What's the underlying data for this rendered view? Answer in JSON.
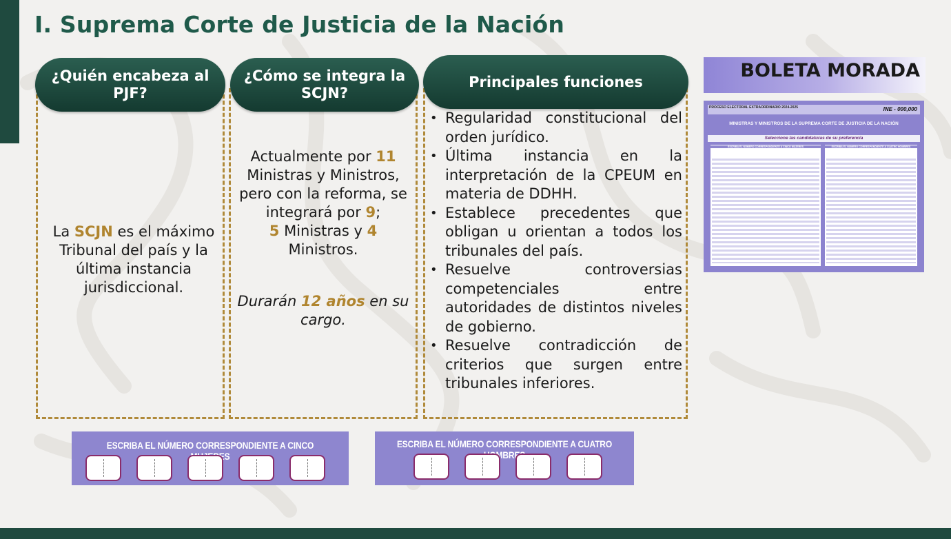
{
  "title": "I. Suprema Corte de Justicia de la Nación",
  "columns": {
    "quien": {
      "heading": "¿Quién encabeza al PJF?",
      "t1": "La ",
      "t2": "SCJN",
      "t3": " es el máximo Tribunal del país y la última instancia jurisdiccional."
    },
    "como": {
      "heading": "¿Cómo se integra la SCJN?",
      "a1": "Actualmente por ",
      "a2": "11",
      "a3": " Ministras y Ministros, pero con la reforma, se integrará por ",
      "a4": "9",
      "a5": ";",
      "b1": "5",
      "b2": " Ministras y ",
      "b3": "4",
      "b4": " Ministros.",
      "c1": "Durarán ",
      "c2": "12 años",
      "c3": " en su cargo."
    },
    "funciones": {
      "heading": "Principales funciones",
      "items": [
        "Regularidad constitucional del orden jurídico.",
        "Última instancia en la interpretación de la CPEUM en materia de DDHH.",
        "Establece precedentes que obligan u orientan a todos los tribunales del país.",
        "Resuelve controversias competenciales entre autoridades de distintos niveles de gobierno.",
        "Resuelve contradicción de criterios que surgen entre tribunales inferiores."
      ]
    }
  },
  "boleta": {
    "title": "BOLETA MORADA",
    "ballot_heading_small": "PROCESO ELECTORAL EXTRAORDINARIO 2024-2025",
    "ballot_heading": "MINISTRAS Y MINISTROS DE LA SUPREMA CORTE DE JUSTICIA DE LA NACIÓN",
    "ballot_sub": "Seleccione las candidaturas de su preferencia",
    "ballot_id": "INE - 000,000",
    "ballot_left_col": "ESCRIBA EL NÚMERO CORRESPONDIENTE A CINCO MUJERES",
    "ballot_right_col": "ESCRIBA EL NÚMERO CORRESPONDIENTE A CUATRO HOMBRES"
  },
  "vote_panels": {
    "women_label": "ESCRIBA EL NÚMERO CORRESPONDIENTE A CINCO MUJERES",
    "men_label": "ESCRIBA EL NÚMERO CORRESPONDIENTE A CUATRO HOMBRES"
  },
  "colors": {
    "title_green": "#1f5a4a",
    "pill_green": "#143a30",
    "gold": "#b0852f",
    "ballot_purple": "#8e86cf",
    "box_border": "#8a2c6a"
  }
}
